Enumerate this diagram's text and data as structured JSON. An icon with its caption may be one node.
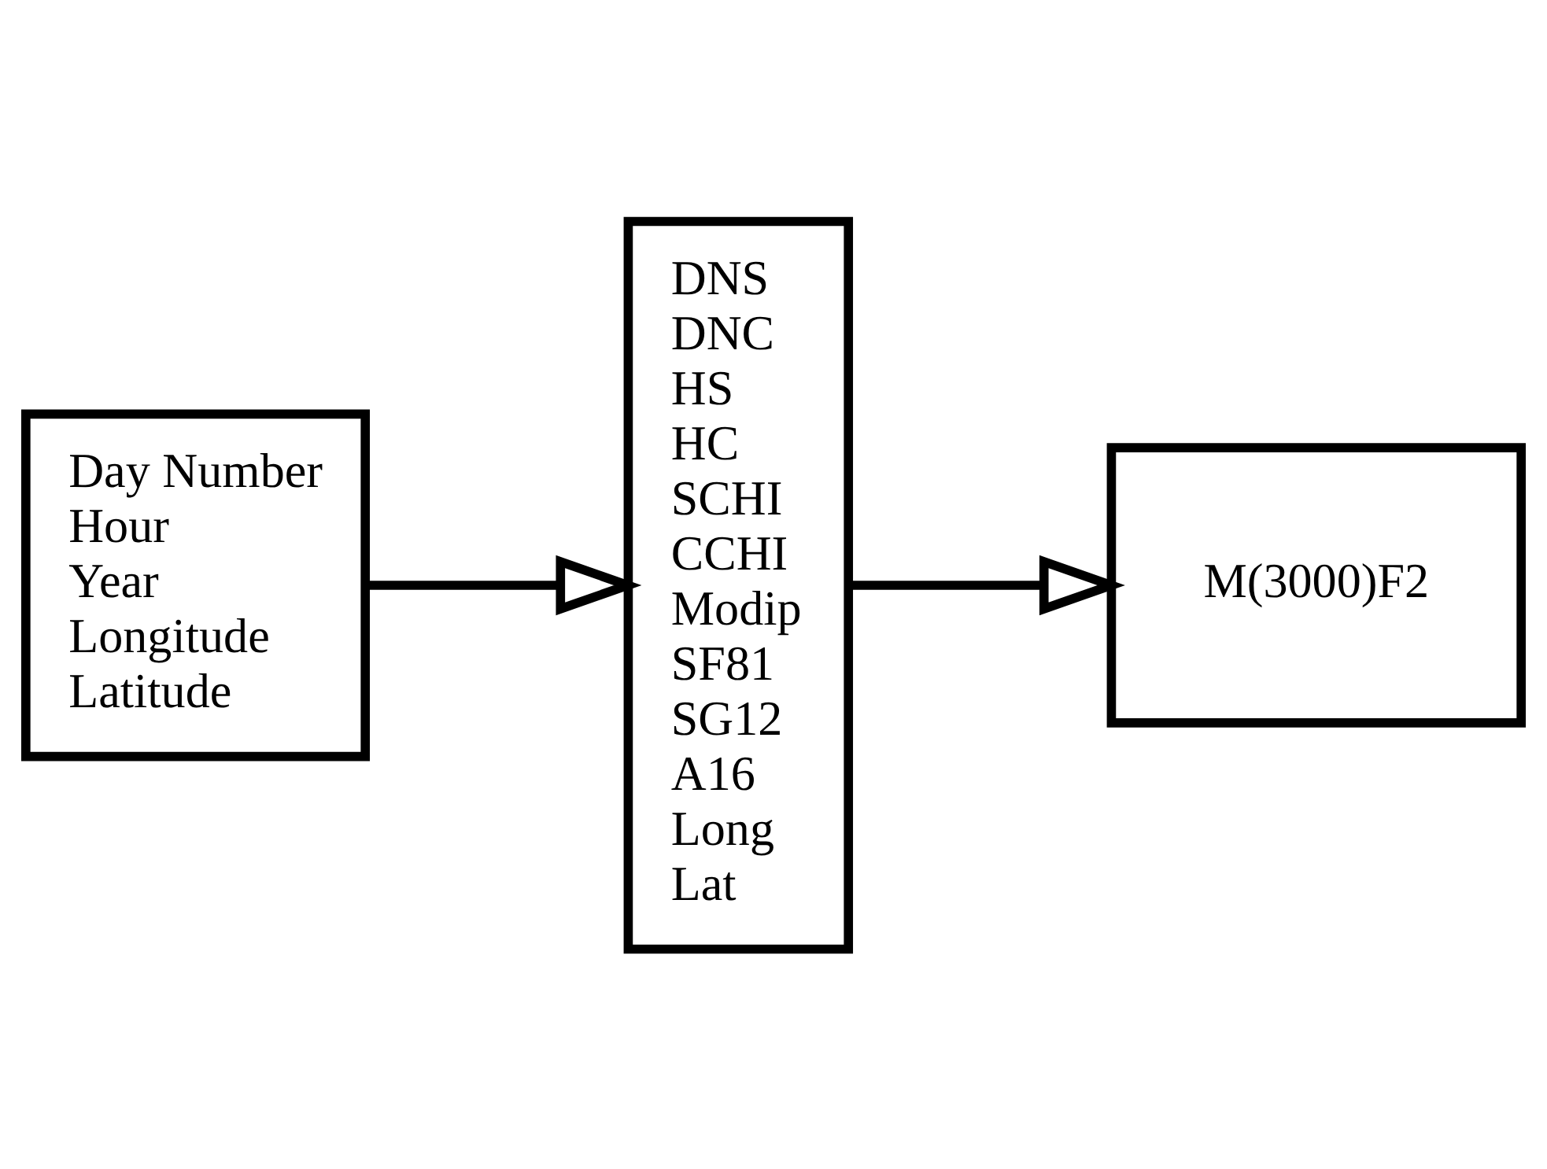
{
  "diagram": {
    "nodes": [
      {
        "text": [
          "Day Number",
          "Hour",
          "Year",
          "Longitude",
          "Latitude"
        ]
      },
      {
        "text": [
          "DNS",
          "DNC",
          "HS",
          "HC",
          "SCHI",
          "CCHI",
          "Modip",
          "SF81",
          "SG12",
          "A16",
          "Long",
          "Lat"
        ]
      },
      {
        "text": [
          "M(3000)F2"
        ]
      }
    ],
    "edges": [
      {
        "from": 0,
        "to": 1,
        "arrow": "to"
      },
      {
        "from": 1,
        "to": 2,
        "arrow": "to"
      }
    ]
  }
}
